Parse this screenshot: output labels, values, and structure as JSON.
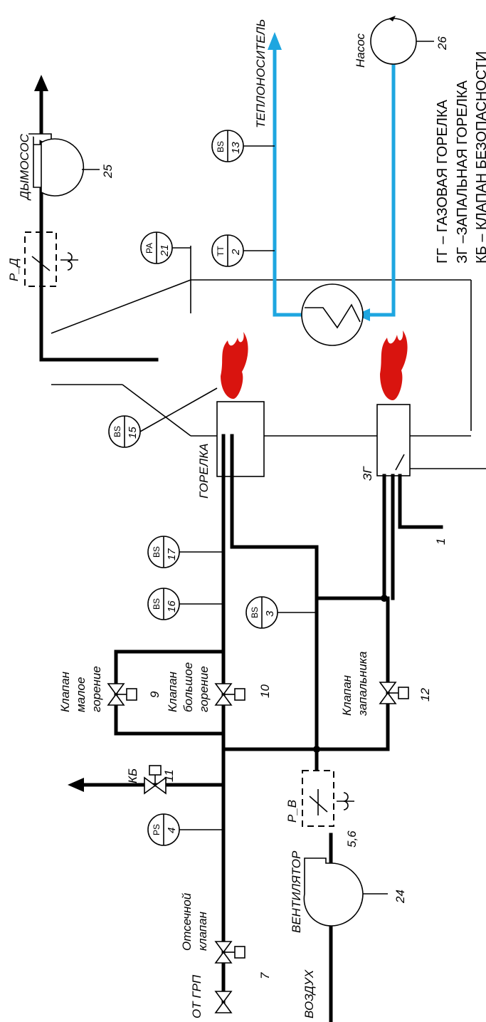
{
  "labels": {
    "smoke_exhauster": "ДЫМОСОС",
    "coolant": "ТЕПЛОНОСИТЕЛЬ",
    "pump": "Насос",
    "burner": "ГОРЕЛКА",
    "pilot_burner": "ЗГ",
    "fan": "ВЕНТИЛЯТОР",
    "air": "ВОЗДУХ",
    "from_grp": "ОТ ГРП",
    "shutoff_valve": "Отсечной клапан",
    "safety_valve": "КБ",
    "valve_low": "Клапан малое горение",
    "valve_high": "Клапан большое горение",
    "valve_pilot": "Клапан запальника",
    "p_d": "Р_Д",
    "p_v": "Р_В"
  },
  "instruments": [
    {
      "code": "BS",
      "num": "13"
    },
    {
      "code": "TT",
      "num": "2"
    },
    {
      "code": "PA",
      "num": "21"
    },
    {
      "code": "BS",
      "num": "15"
    },
    {
      "code": "BS",
      "num": "17"
    },
    {
      "code": "BS",
      "num": "16"
    },
    {
      "code": "BS",
      "num": "3"
    },
    {
      "code": "PS",
      "num": "4"
    }
  ],
  "numbers": {
    "smoke_exhauster": "25",
    "pump": "26",
    "fan": "24",
    "p_v": "5,6",
    "shutoff_valve": "7",
    "valve_low": "9",
    "valve_high": "10",
    "safety_valve": "11",
    "valve_pilot": "12",
    "line_1": "1"
  },
  "legend": [
    "ГГ – ГАЗОВАЯ ГОРЕЛКА",
    "ЗГ –ЗАПАЛЬНАЯ ГОРЕЛКА",
    "КБ – КЛАПАН БЕЗОПАСНОСТИ"
  ],
  "colors": {
    "coolant_line": "#1ea6e0",
    "flame": "#d9140f"
  }
}
